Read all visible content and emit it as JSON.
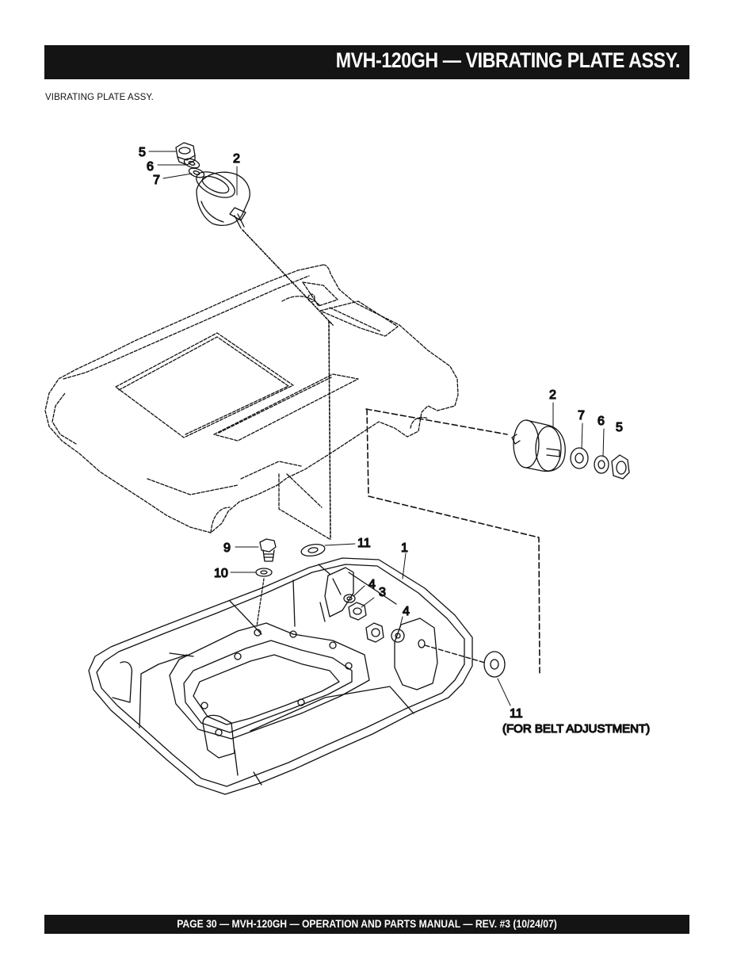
{
  "header": {
    "title": "MVH-120GH — VIBRATING PLATE ASSY."
  },
  "subheading": "VIBRATING PLATE  ASSY.",
  "footer": {
    "text": "PAGE 30 — MVH-120GH — OPERATION AND PARTS MANUAL — REV. #3 (10/24/07)"
  },
  "diagram": {
    "callouts": {
      "c5a": "5",
      "c6a": "6",
      "c7a": "7",
      "c2a": "2",
      "c2b": "2",
      "c7b": "7",
      "c6b": "6",
      "c5b": "5",
      "c9": "9",
      "c10": "10",
      "c11a": "11",
      "c1": "1",
      "c4a": "4",
      "c3": "3",
      "c4b": "4",
      "c11b": "11"
    },
    "note": "(FOR BELT ADJUSTMENT)"
  }
}
